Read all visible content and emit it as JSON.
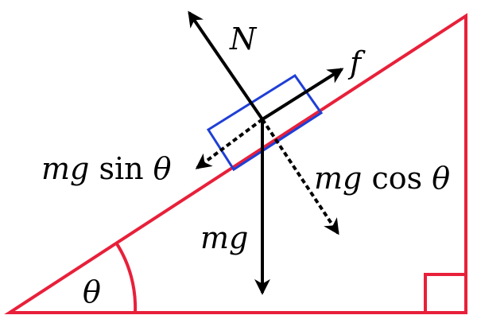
{
  "diagram": {
    "labels": {
      "normal": "N",
      "friction": "f",
      "weight": "mg",
      "parallel_prefix": "mg",
      "parallel_func": " sin ",
      "parallel_angle": "θ",
      "perp_prefix": "mg",
      "perp_func": " cos ",
      "perp_angle": "θ",
      "angle": "θ"
    },
    "colors": {
      "incline": "#e8203a",
      "block": "#1f3fd6",
      "arrows": "#000000",
      "background": "#ffffff"
    }
  }
}
